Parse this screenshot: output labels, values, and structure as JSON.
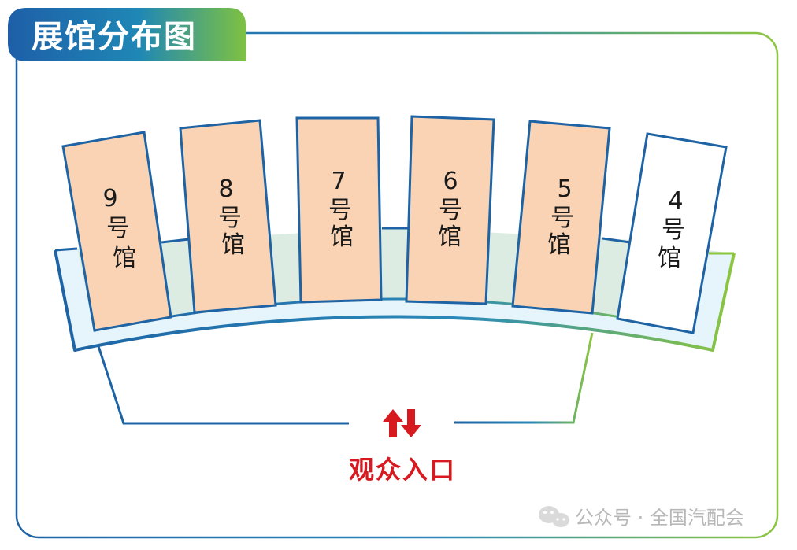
{
  "title": "展馆分布图",
  "entrance_label": "观众入口",
  "watermark": "公众号 · 全国汽配会",
  "halls": [
    {
      "number": "9",
      "suffix": [
        "号",
        "馆"
      ],
      "filled": true
    },
    {
      "number": "8",
      "suffix": [
        "号",
        "馆"
      ],
      "filled": true
    },
    {
      "number": "7",
      "suffix": [
        "号",
        "馆"
      ],
      "filled": true
    },
    {
      "number": "6",
      "suffix": [
        "号",
        "馆"
      ],
      "filled": true
    },
    {
      "number": "5",
      "suffix": [
        "号",
        "馆"
      ],
      "filled": true
    },
    {
      "number": "4",
      "suffix": [
        "号",
        "馆"
      ],
      "filled": false
    }
  ],
  "colors": {
    "blue": "#1e63a4",
    "green": "#8cc63f",
    "hall_fill": "#f9d3b4",
    "hall_empty": "#ffffff",
    "corridor": "#e6f4fb",
    "courtyard": "#dcece3",
    "entrance_red": "#d71920"
  }
}
